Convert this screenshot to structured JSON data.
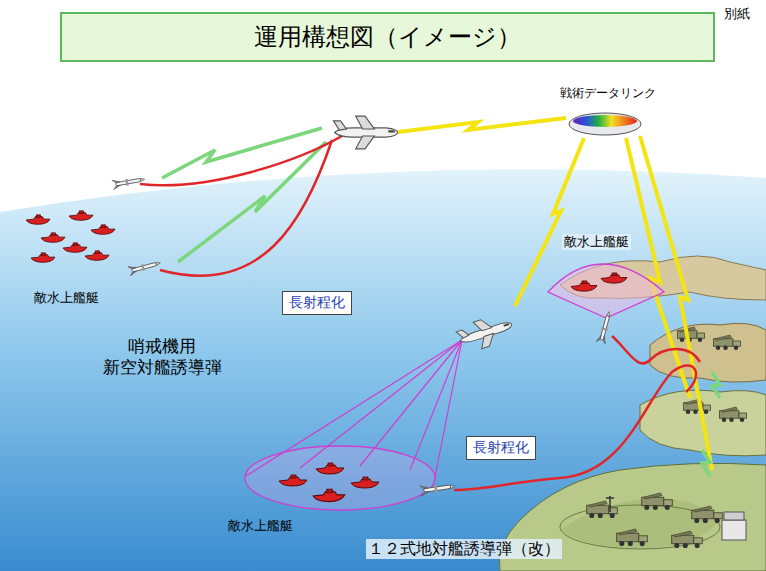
{
  "diagram": {
    "title": "運用構想図（イメージ）",
    "nodes": [
      {
        "text": [
          "長射程化"
        ]
      },
      {
        "text": [
          "長射程化"
        ]
      }
    ],
    "labels": [
      "別紙",
      "戦術データリンク",
      "敵水上艦艇",
      "敵水上艦艇",
      "哨戒機用 新空対艦誘導弾",
      "敵水上艦艇",
      "１２式地対艦誘導弾（改）"
    ]
  }
}
